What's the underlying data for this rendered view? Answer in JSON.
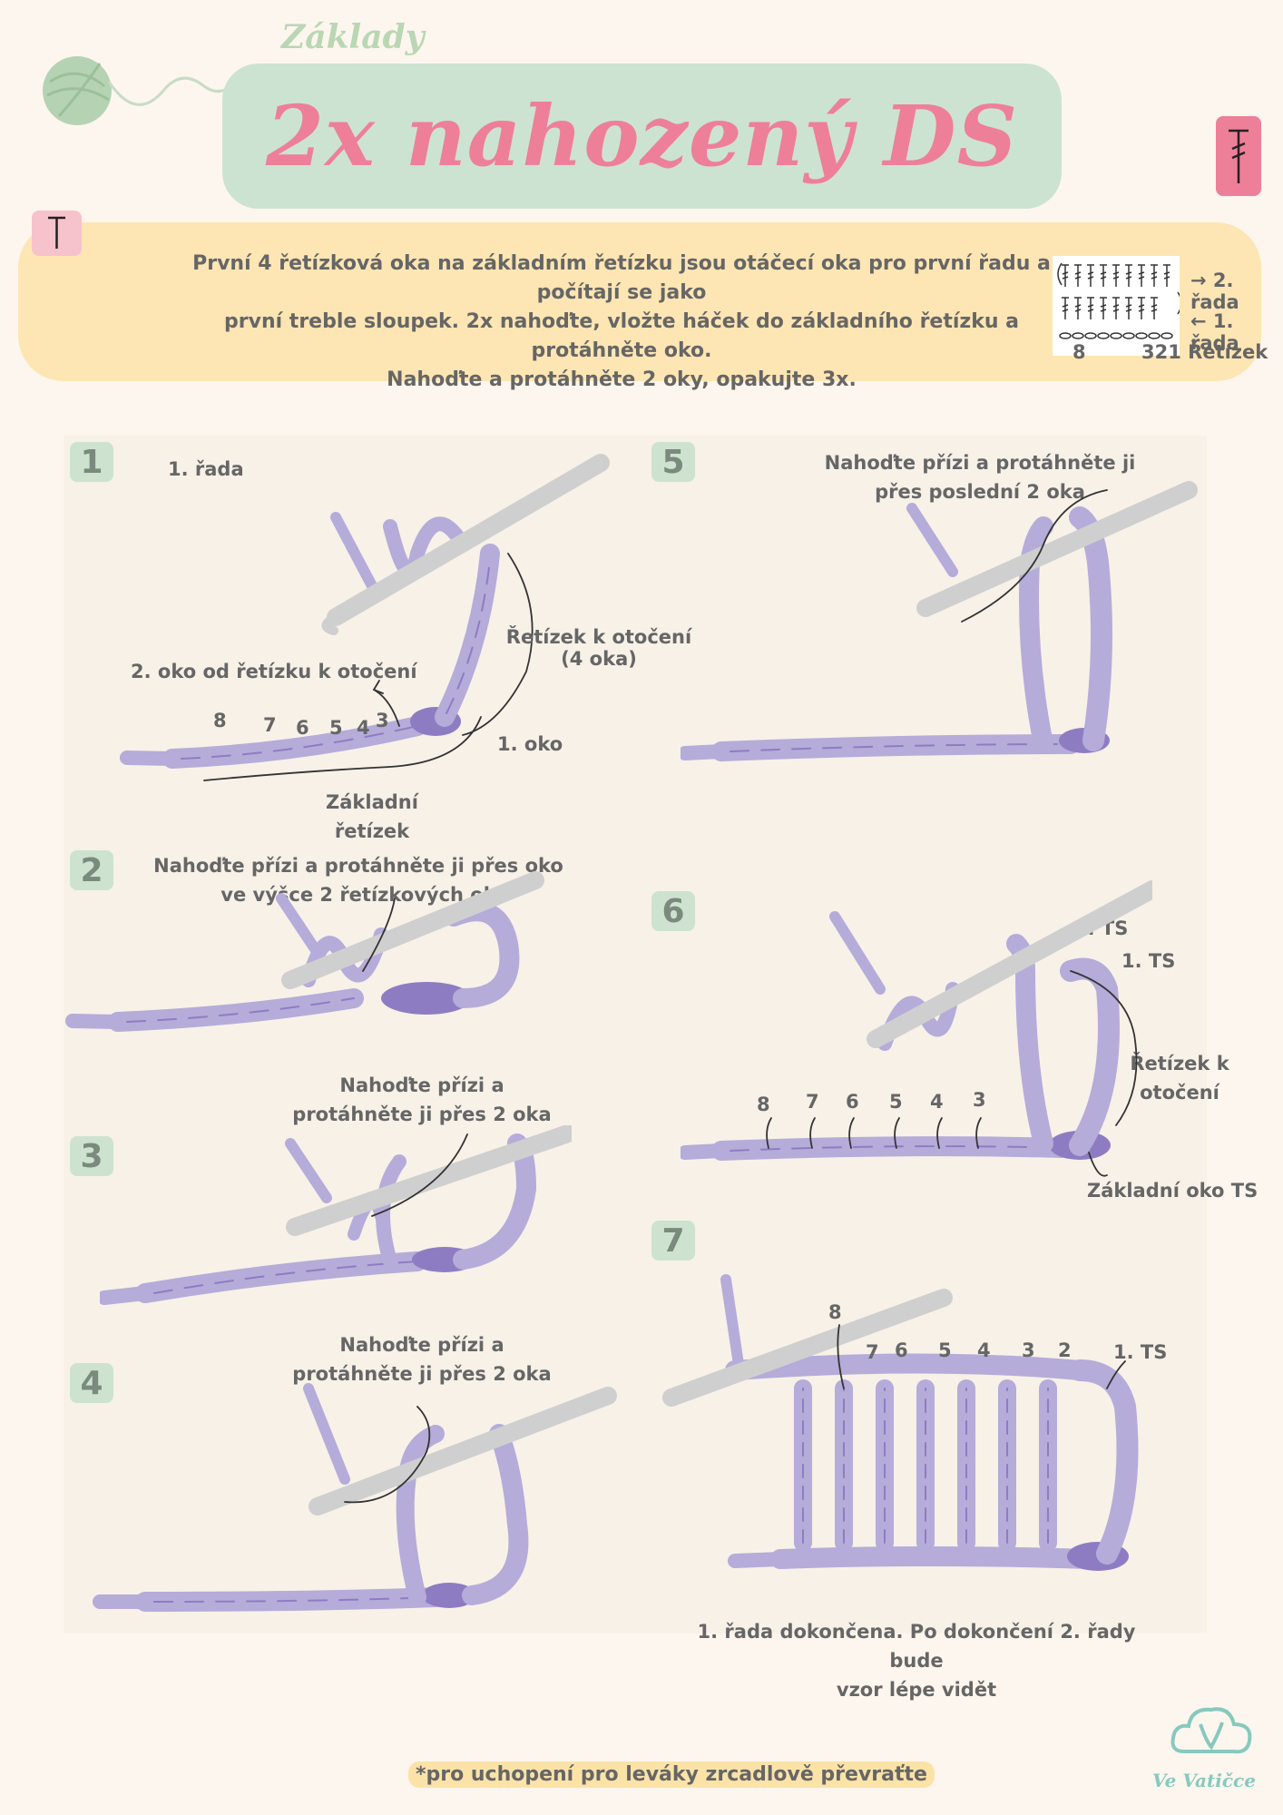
{
  "header": {
    "category": "Základy",
    "title": "2x nahozený DS"
  },
  "intro": {
    "lines": [
      "První 4 řetízková oka na základním řetízku jsou otáčecí oka pro první řadu a počítají se jako",
      "první treble sloupek. 2x nahoďte, vložte háček do základního řetízku a protáhněte oko.",
      "Nahoďte a protáhněte 2 oky, opakujte 3x."
    ]
  },
  "chart": {
    "row2": "→ 2. řada",
    "row1": "← 1. řada",
    "start": "8",
    "end": "321 Řetízek"
  },
  "steps": {
    "s1": {
      "badge": "1",
      "row": "1. řada",
      "turning": "Řetízek k otočení",
      "turning2": "(4 oka)",
      "second": "2. oko od řetízku k otočení",
      "first": "1. oko",
      "base1": "Základní",
      "base2": "řetízek",
      "nums": [
        "8",
        "7",
        "6",
        "5",
        "4",
        "3"
      ]
    },
    "s2": {
      "badge": "2",
      "l1": "Nahoďte přízi a protáhněte ji přes oko",
      "l2": "ve výšce 2 řetízkových ok"
    },
    "s3": {
      "badge": "3",
      "l1": "Nahoďte přízi a",
      "l2": "protáhněte ji přes 2 oka"
    },
    "s4": {
      "badge": "4",
      "l1": "Nahoďte přízi a",
      "l2": "protáhněte ji přes 2 oka"
    },
    "s5": {
      "badge": "5",
      "l1": "Nahoďte přízi a protáhněte ji",
      "l2": "přes poslední 2 oka"
    },
    "s6": {
      "badge": "6",
      "ts2": "2. TS",
      "ts1": "1. TS",
      "turn1": "Řetízek k",
      "turn2": "otočení",
      "base": "Základní oko TS",
      "nums": [
        "8",
        "7",
        "6",
        "5",
        "4",
        "3"
      ]
    },
    "s7": {
      "badge": "7",
      "nums": [
        "8",
        "7",
        "6",
        "5",
        "4",
        "3",
        "2"
      ],
      "ts1": "1. TS",
      "c1": "1. řada dokončena. Po dokončení 2. řady bude",
      "c2": "vzor lépe vidět"
    }
  },
  "footer": {
    "note": "*pro uchopení pro leváky zrcadlově převraťte",
    "brand": "Ve Vatičce"
  },
  "colors": {
    "yarn": "#b5acd9",
    "yarn_dark": "#8e7cc3",
    "title_pink": "#ee7f99",
    "mint": "#cce3d2",
    "cream_yellow": "#fde6b3"
  }
}
